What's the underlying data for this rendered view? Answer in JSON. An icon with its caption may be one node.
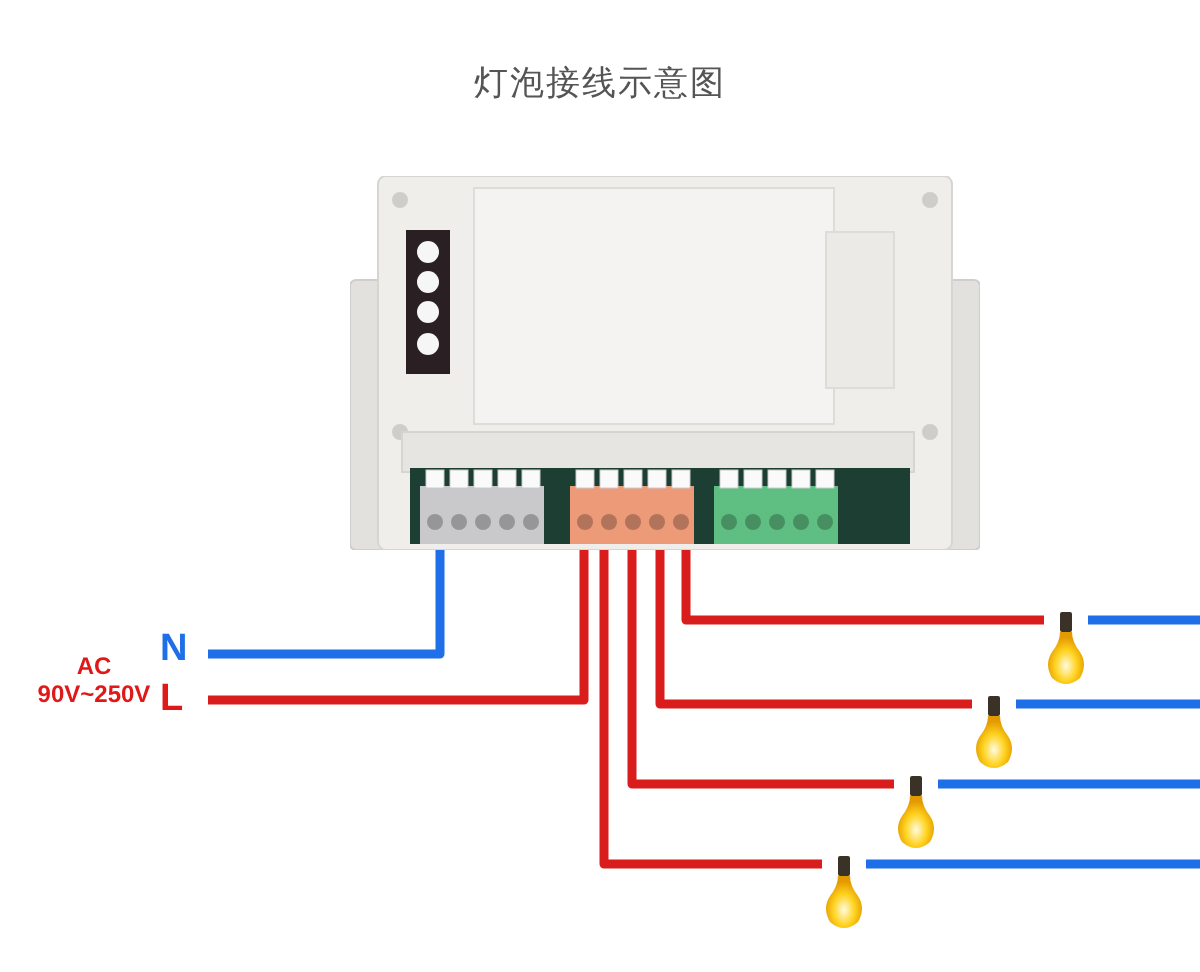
{
  "diagram": {
    "title": "灯泡接线示意图",
    "nodes": [
      {
        "text": [],
        "shape": "picture"
      },
      {
        "text": [
          "N"
        ]
      },
      {
        "text": [
          "L"
        ]
      },
      {
        "text": [],
        "shape": "picture"
      },
      {
        "text": [],
        "shape": "picture"
      },
      {
        "text": [],
        "shape": "picture"
      },
      {
        "text": [],
        "shape": "picture"
      }
    ],
    "edges": [
      {
        "from": 1,
        "to": 0,
        "arrow": "none",
        "color": "#1f6fe8"
      },
      {
        "from": 2,
        "to": 0,
        "arrow": "none",
        "color": "#d91c1c"
      },
      {
        "from": 0,
        "to": 3,
        "arrow": "none",
        "color": "#d91c1c"
      },
      {
        "from": 0,
        "to": 4,
        "arrow": "none",
        "color": "#d91c1c"
      },
      {
        "from": 0,
        "to": 5,
        "arrow": "none",
        "color": "#d91c1c"
      },
      {
        "from": 0,
        "to": 6,
        "arrow": "none",
        "color": "#d91c1c"
      },
      {
        "from": 3,
        "to": null,
        "arrow": "none",
        "color": "#1f6fe8"
      },
      {
        "from": 4,
        "to": null,
        "arrow": "none",
        "color": "#1f6fe8"
      },
      {
        "from": 5,
        "to": null,
        "arrow": "none",
        "color": "#1f6fe8"
      },
      {
        "from": 6,
        "to": null,
        "arrow": "none",
        "color": "#1f6fe8"
      }
    ],
    "labels": [
      "AC 90V~250V"
    ]
  }
}
